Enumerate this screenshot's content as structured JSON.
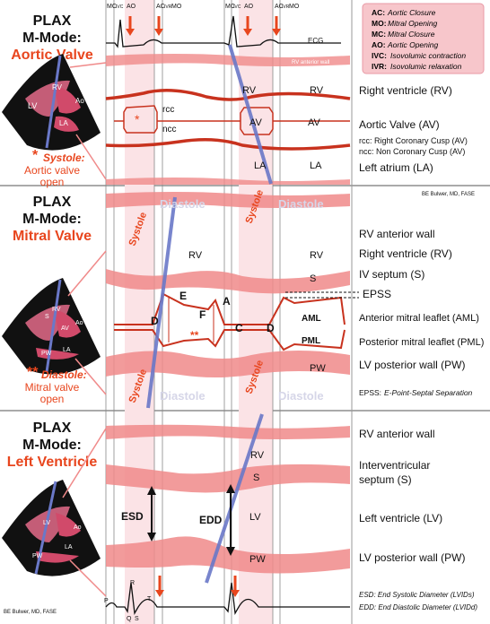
{
  "panel1": {
    "title_1": "PLAX",
    "title_2": "M-Mode:",
    "title_3": "Aortic Valve",
    "note_star": "*",
    "note_1": "Systole:",
    "note_2": "Aortic valve",
    "note_3": "open",
    "ecg_label": "ECG",
    "rv_wall_label": "RV anterior wall",
    "labels": {
      "rv": "RV",
      "rcc": "rcc",
      "ncc": "ncc",
      "av": "AV",
      "la": "LA",
      "star": "*"
    },
    "right_list": {
      "rv": "Right ventricle (RV)",
      "av": "Aortic Valve (AV)",
      "rcc": "rcc: Right Coronary Cusp (AV)",
      "ncc": "ncc: Non Coronary Cusp (AV)",
      "la": "Left atrium (LA)"
    },
    "timing_labels": [
      "MC",
      "IVC",
      "AO",
      "AC",
      "IVR",
      "MO"
    ],
    "credit": "BE Bulwer, MD, FASE"
  },
  "legend": [
    {
      "abbr": "AC:",
      "text": "Aortic Closure"
    },
    {
      "abbr": "MO:",
      "text": "Mitral Opening"
    },
    {
      "abbr": "MC:",
      "text": "Mitral Closure"
    },
    {
      "abbr": "AO:",
      "text": "Aortic Opening"
    },
    {
      "abbr": "IVC:",
      "text": "Isovolumic contraction"
    },
    {
      "abbr": "IVR:",
      "text": "Isovolumic relaxation"
    }
  ],
  "panel2": {
    "title_1": "PLAX",
    "title_2": "M-Mode:",
    "title_3": "Mitral Valve",
    "note_star": "**",
    "note_1": "Diastole:",
    "note_2": "Mitral valve",
    "note_3": "open",
    "phase_systole": "Systole",
    "phase_diastole": "Diastole",
    "labels": {
      "rv": "RV",
      "s": "S",
      "e": "E",
      "f": "F",
      "a": "A",
      "c": "C",
      "d": "D",
      "aml": "AML",
      "pml": "PML",
      "pw": "PW",
      "star": "**"
    },
    "right_list": {
      "rv_wall": "RV anterior wall",
      "rv": "Right ventricle (RV)",
      "ivs": "IV septum (S)",
      "epss": "EPSS",
      "aml": "Anterior mitral leaflet (AML)",
      "pml": "Posterior mitral leaflet (PML)",
      "pw": "LV posterior wall (PW)",
      "epss_def_abbr": "EPSS:",
      "epss_def": "E-Point-Septal Separation"
    }
  },
  "panel3": {
    "title_1": "PLAX",
    "title_2": "M-Mode:",
    "title_3": "Left Ventricle",
    "labels": {
      "rv": "RV",
      "s": "S",
      "lv": "LV",
      "pw": "PW",
      "esd": "ESD",
      "edd": "EDD"
    },
    "right_list": {
      "rv_wall": "RV anterior wall",
      "ivs_1": "Interventricular",
      "ivs_2": "septum (S)",
      "lv": "Left ventricle (LV)",
      "pw": "LV posterior wall (PW)",
      "esd": "ESD: End Systolic Diameter (LVIDs)",
      "edd": "EDD: End Diastolic Diameter (LVIDd)"
    },
    "ecg_letters": [
      "P",
      "R",
      "Q",
      "S",
      "T"
    ],
    "credit": "BE Bulwer, MD, FASE"
  },
  "echo_labels": {
    "rv": "RV",
    "lv": "LV",
    "ao": "Ao",
    "la": "LA",
    "av": "AV",
    "s": "S",
    "pw": "PW"
  },
  "colors": {
    "accent": "#e8461e",
    "tissue": "#f08a8a",
    "tissue_light": "#f9c9c9",
    "cursor": "#6a78c8",
    "legend_bg": "#f7c6cb"
  }
}
